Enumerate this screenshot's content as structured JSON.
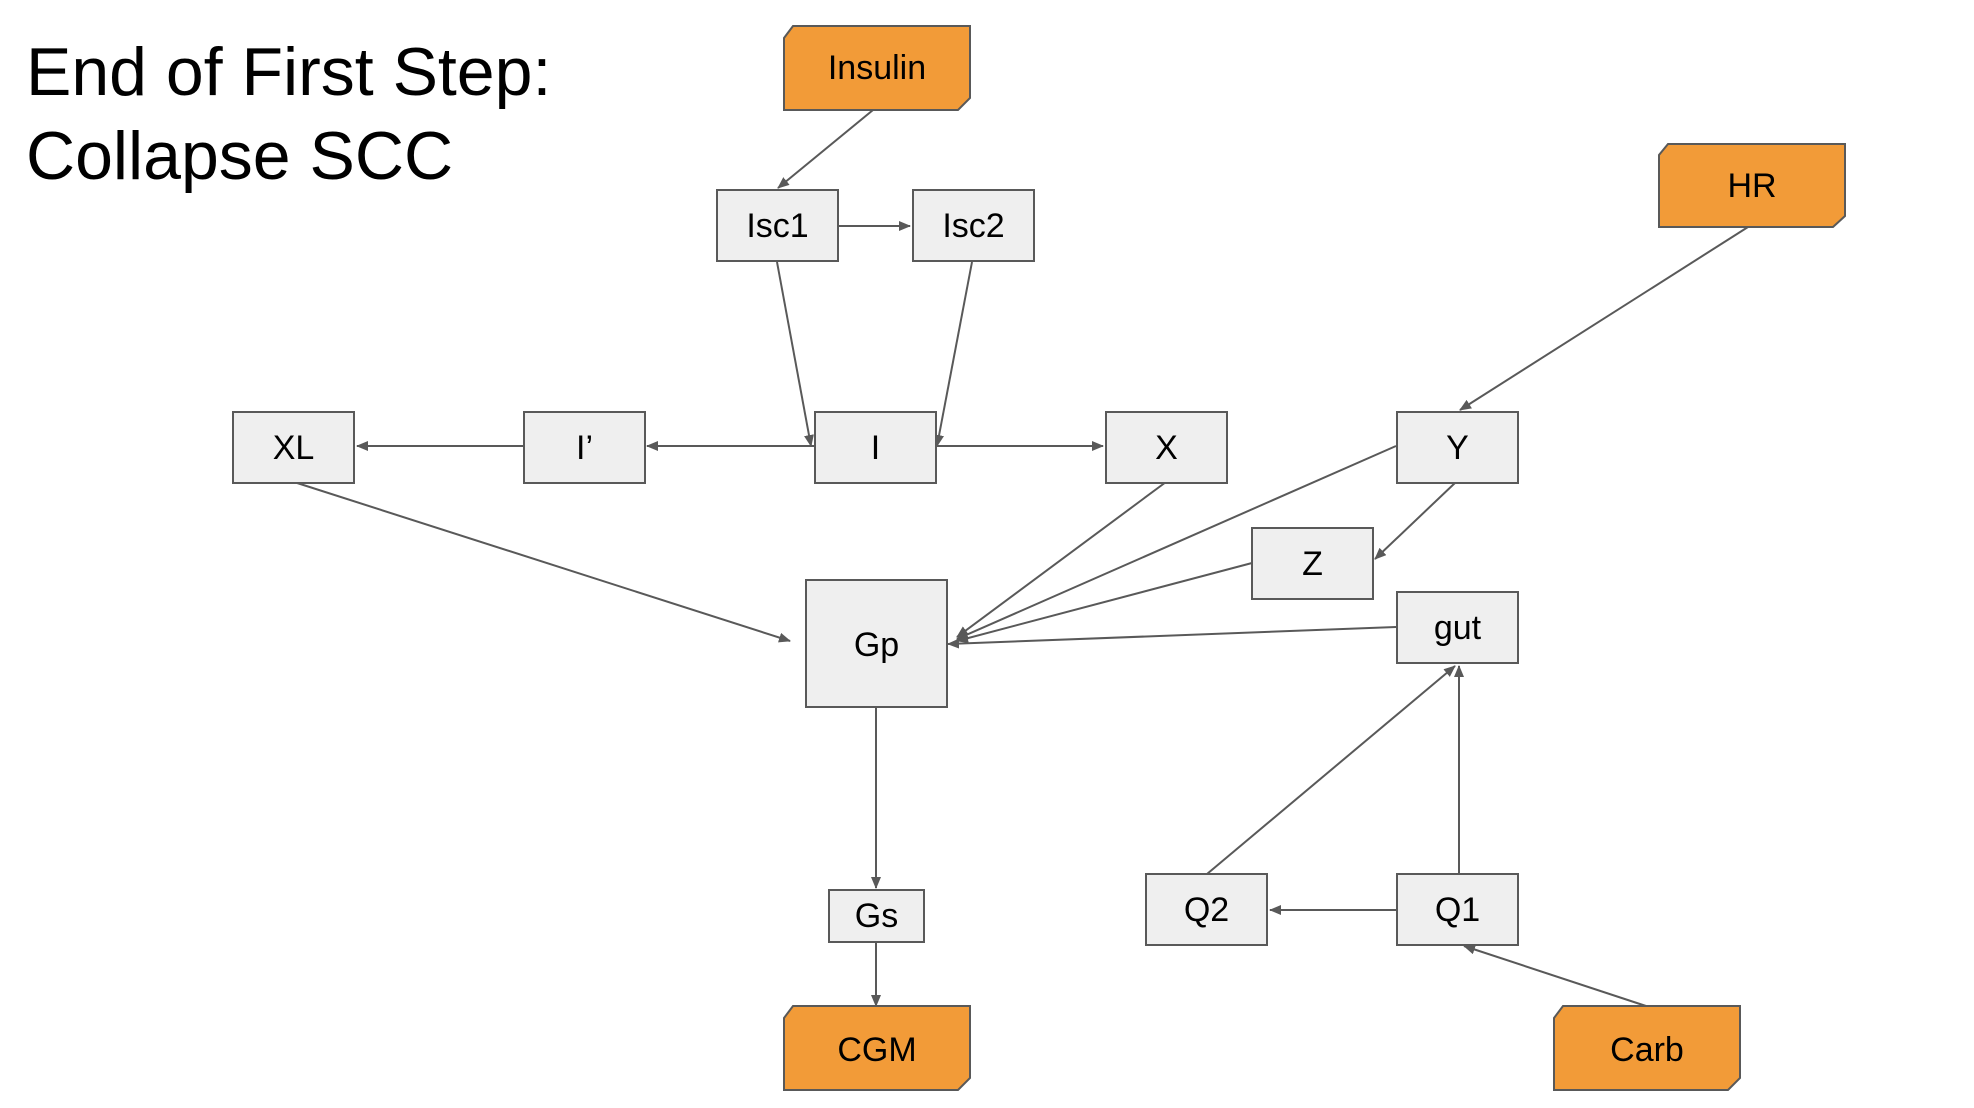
{
  "title": {
    "line1": "End of First Step:",
    "line2": "Collapse SCC"
  },
  "colors": {
    "io_fill": "#f29b38",
    "node_fill": "#efefef",
    "stroke": "#595959"
  },
  "nodes": {
    "insulin": "Insulin",
    "isc1": "Isc1",
    "isc2": "Isc2",
    "hr": "HR",
    "xl": "XL",
    "iprime": "I’",
    "i": "I",
    "x": "X",
    "y": "Y",
    "z": "Z",
    "gut": "gut",
    "gp": "Gp",
    "gs": "Gs",
    "cgm": "CGM",
    "q2": "Q2",
    "q1": "Q1",
    "carb": "Carb"
  },
  "edges": [
    [
      "insulin",
      "isc1"
    ],
    [
      "isc1",
      "isc2"
    ],
    [
      "isc1",
      "i"
    ],
    [
      "isc2",
      "i"
    ],
    [
      "i",
      "iprime"
    ],
    [
      "iprime",
      "xl"
    ],
    [
      "i",
      "x"
    ],
    [
      "hr",
      "y"
    ],
    [
      "y",
      "z"
    ],
    [
      "xl",
      "gp"
    ],
    [
      "x",
      "gp"
    ],
    [
      "y",
      "gp"
    ],
    [
      "z",
      "gp"
    ],
    [
      "gut",
      "gp"
    ],
    [
      "gp",
      "gs"
    ],
    [
      "gs",
      "cgm"
    ],
    [
      "q1",
      "q2"
    ],
    [
      "q2",
      "gut"
    ],
    [
      "q1",
      "gut"
    ],
    [
      "carb",
      "q1"
    ]
  ]
}
